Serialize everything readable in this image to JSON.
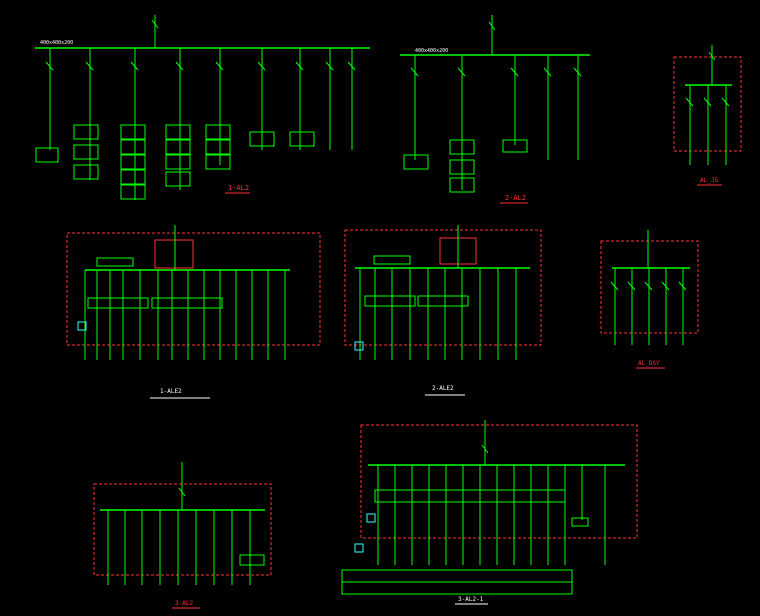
{
  "colors": {
    "background": "#000000",
    "wire": "#00ff00",
    "box_outline": "#ff3333",
    "label_white": "#ffffff",
    "label_magenta": "#ff33ff",
    "label_yellow": "#ffff33",
    "label_cyan": "#33ffff",
    "title_red": "#ff3333"
  },
  "panels": [
    {
      "id": "p1",
      "title": "1-AL2",
      "sub": "",
      "bus_label": "400x400x200",
      "feeders": 9
    },
    {
      "id": "p2",
      "title": "2-AL2",
      "sub": "",
      "bus_label": "400x400x200",
      "feeders": 5
    },
    {
      "id": "p3",
      "title": "AL_JS",
      "sub": "",
      "bus_label": "",
      "feeders": 3
    },
    {
      "id": "p4",
      "title": "1-ALE2",
      "sub": "",
      "bus_label": "",
      "feeders": 14
    },
    {
      "id": "p5",
      "title": "2-ALE2",
      "sub": "",
      "bus_label": "",
      "feeders": 10
    },
    {
      "id": "p6",
      "title": "AL_DSY",
      "sub": "",
      "bus_label": "",
      "feeders": 5
    },
    {
      "id": "p7",
      "title": "3-AL2",
      "sub": "",
      "bus_label": "",
      "feeders": 9
    },
    {
      "id": "p8",
      "title": "3-AL2-1",
      "sub": "",
      "bus_label": "",
      "feeders": 14
    }
  ]
}
